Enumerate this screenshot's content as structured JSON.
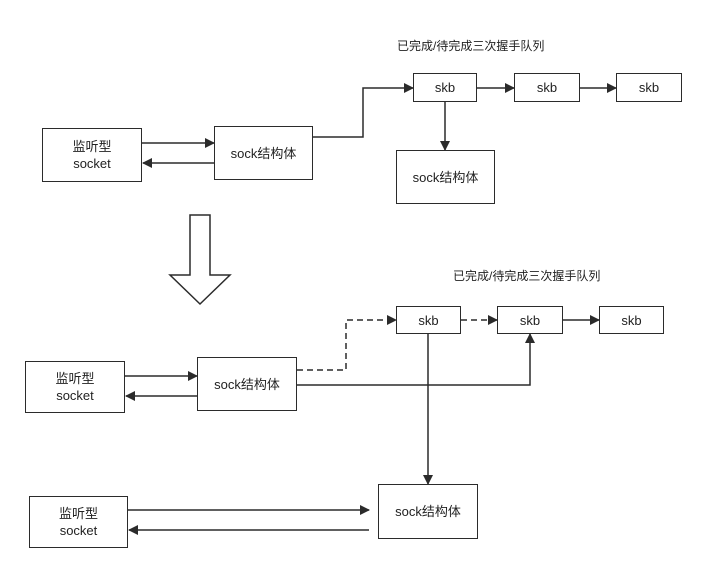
{
  "top": {
    "queue_label": "已完成/待完成三次握手队列",
    "listen_socket": {
      "line1": "监听型",
      "line2": "socket"
    },
    "sock": "sock结构体",
    "skb1": "skb",
    "skb2": "skb",
    "skb3": "skb",
    "new_sock": "sock结构体"
  },
  "middle": {
    "queue_label": "已完成/待完成三次握手队列",
    "listen_socket": {
      "line1": "监听型",
      "line2": "socket"
    },
    "sock": "sock结构体",
    "skb1": "skb",
    "skb2": "skb",
    "skb3": "skb"
  },
  "bottom": {
    "listen_socket": {
      "line1": "监听型",
      "line2": "socket"
    },
    "sock": "sock结构体"
  }
}
